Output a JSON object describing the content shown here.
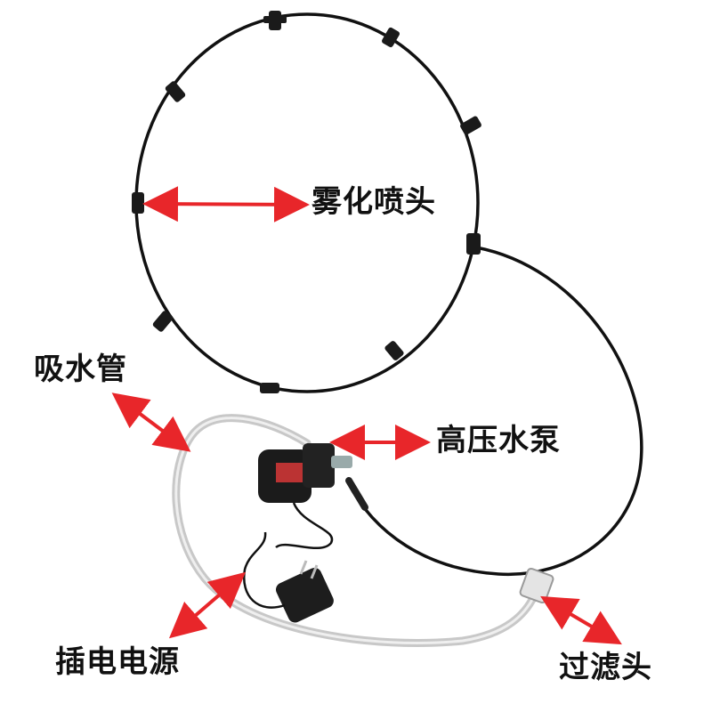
{
  "labels": {
    "nozzle": "雾化喷头",
    "suction_hose": "吸水管",
    "pump": "高压水泵",
    "power_adapter": "插电电源",
    "filter": "过滤头"
  },
  "colors": {
    "background": "#ffffff",
    "arrow": "#e8262a",
    "tubing": "#111111",
    "hose": "#c8c8c8",
    "text": "#111111"
  },
  "icons": {
    "nozzle": "mist-nozzle-icon",
    "pump": "water-pump-icon",
    "adapter": "power-adapter-icon",
    "filter": "filter-head-icon"
  }
}
